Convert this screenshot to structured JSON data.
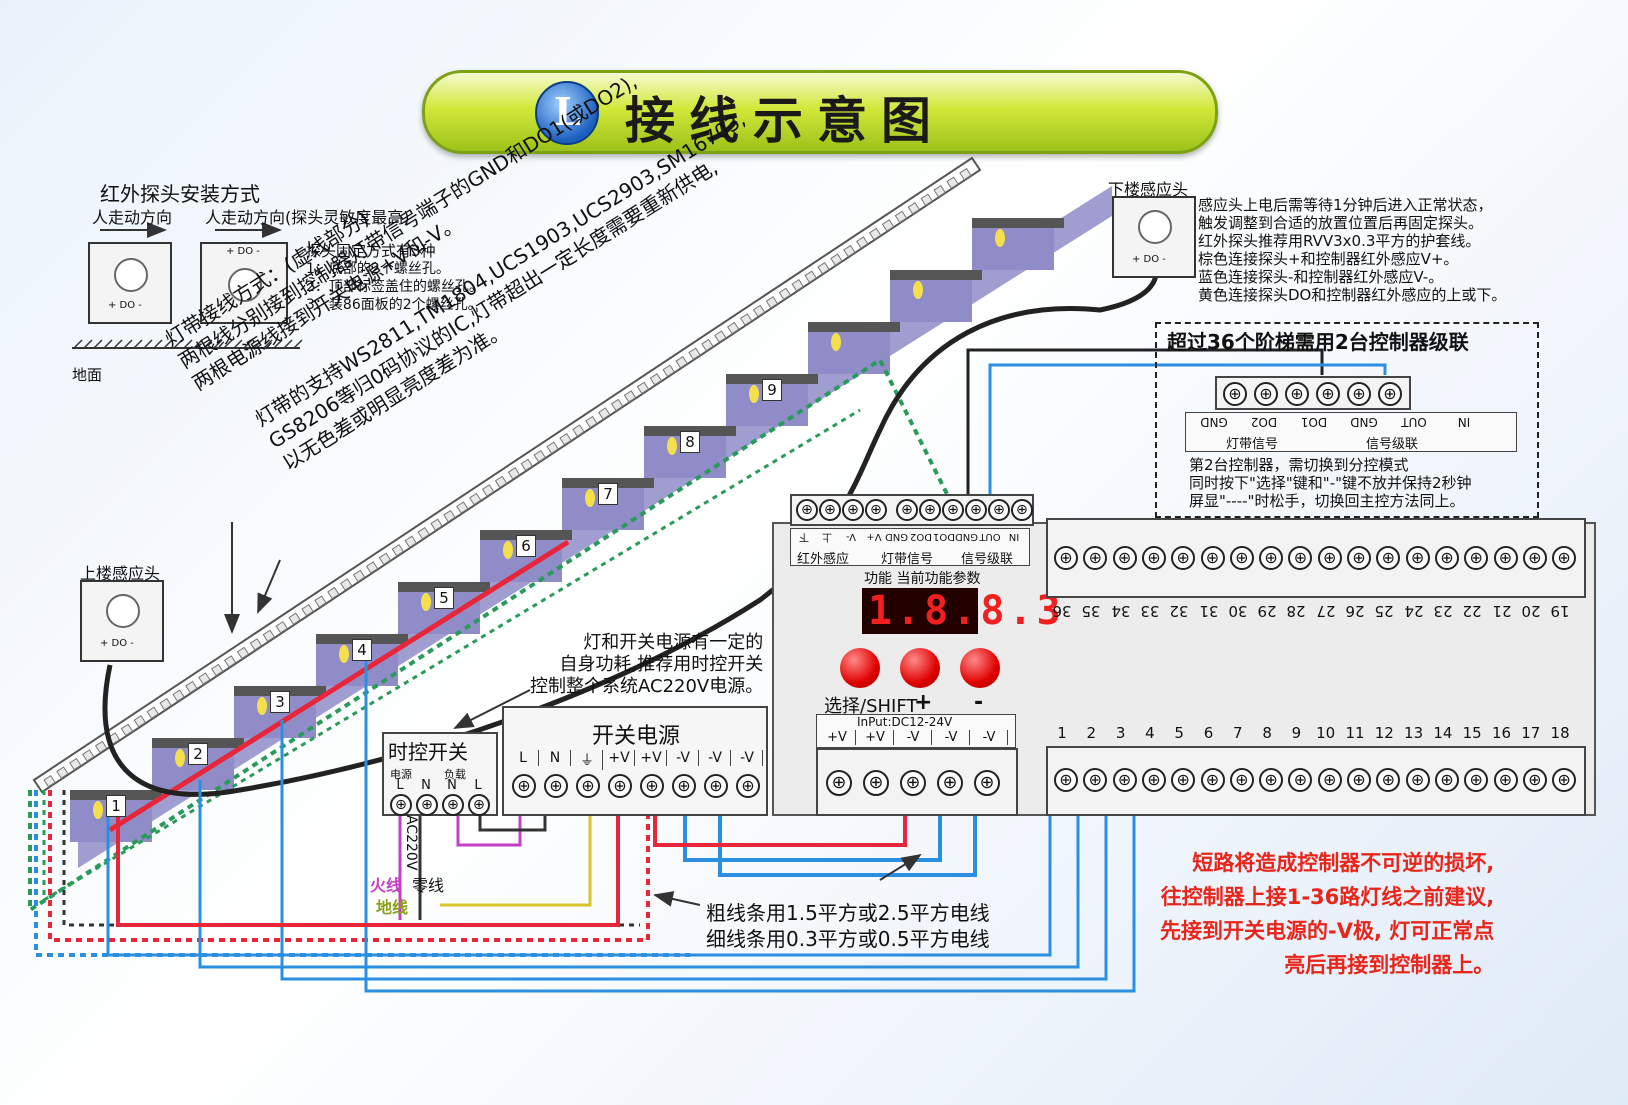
{
  "title": "接线示意图",
  "logo": "L",
  "ir_install": {
    "heading": "红外探头安装方式",
    "dir1": "人走动方向",
    "dir2": "人走动方向(探头灵敏度最高)",
    "fix_title": "探头固定方式有3种",
    "fix_items": [
      "1：底部的2个螺丝孔。",
      "2：顶部标签盖住的螺丝孔。",
      "3：装86面板的2个螺丝孔。"
    ],
    "ground": "地面"
  },
  "strip_wiring": {
    "lines": [
      "灯带接线方式：(虚线部分)",
      "两根线分别接到控制器灯带信号端子的GND和DO1(或DO2),",
      "两根电源线接到开关电源+V和-V。"
    ]
  },
  "strip_support": {
    "lines": [
      "灯带的支持WS2811,TM1804,UCS1903,UCS2903,SM16703,",
      "GS8206等归0码协议的IC,灯带超出一定长度需要重新供电,",
      "以无色差或明显亮度差为准。"
    ]
  },
  "step_numbers": [
    "1",
    "2",
    "3",
    "4",
    "5",
    "6",
    "7",
    "8",
    "9"
  ],
  "sensor_down": {
    "label": "下楼感应头"
  },
  "sensor_up": {
    "label": "上楼感应头"
  },
  "sensor_pins": "+ DO -",
  "sensor_notes": [
    "感应头上电后需等待1分钟后进入正常状态，",
    "触发调整到合适的放置位置后再固定探头。",
    "红外探头推荐用RVV3x0.3平方的护套线。",
    "棕色连接探头+和控制器红外感应V+。",
    "蓝色连接探头-和控制器红外感应V-。",
    "黄色连接探头DO和控制器红外感应的上或下。"
  ],
  "cascade": {
    "heading": "超过36个阶梯需用2台控制器级联",
    "terminal_labels": [
      "GND",
      "DO2",
      "DO1",
      "GND",
      "OUT",
      "IN"
    ],
    "group_labels": [
      "灯带信号",
      "信号级联"
    ],
    "notes": [
      "第2台控制器，需切换到分控模式",
      "同时按下\"选择\"键和\"-\"键不放并保持2秒钟",
      "屏显\"----\"时松手，切换回主控方法同上。"
    ]
  },
  "controller": {
    "top_labels": [
      "下",
      "上",
      "V-",
      "V+",
      "GND",
      "DO2",
      "DO1",
      "GND",
      "OUT",
      "IN"
    ],
    "top_groups": [
      "红外感应",
      "灯带信号",
      "信号级联"
    ],
    "display_header": "功能 当前功能参数",
    "display_value": "1.8.8.3",
    "btn_labels": [
      "选择/SHIFT",
      "+",
      "-"
    ],
    "input_label": "InPut:DC12-24V",
    "input_pins": [
      "+V",
      "+V",
      "-V",
      "-V",
      "-V"
    ],
    "channels_top": [
      "36",
      "35",
      "34",
      "33",
      "32",
      "31",
      "30",
      "29",
      "28",
      "27",
      "26",
      "25",
      "24",
      "23",
      "22",
      "21",
      "20",
      "19"
    ],
    "channels_bottom": [
      "1",
      "2",
      "3",
      "4",
      "5",
      "6",
      "7",
      "8",
      "9",
      "10",
      "11",
      "12",
      "13",
      "14",
      "15",
      "16",
      "17",
      "18"
    ]
  },
  "timer_switch": {
    "title": "时控开关",
    "groups": [
      "电源",
      "负载"
    ],
    "pins": [
      "L",
      "N",
      "N",
      "L"
    ]
  },
  "power_supply": {
    "title": "开关电源",
    "pins": [
      "L",
      "N",
      "⏚",
      "+V",
      "+V",
      "-V",
      "-V",
      "-V"
    ]
  },
  "power_note": [
    "灯和开关电源有一定的",
    "自身功耗,推荐用时控开关",
    "控制整个系统AC220V电源。"
  ],
  "mains": {
    "live": "火线",
    "neutral": "零线",
    "earth": "地线",
    "voltage": "AC220V"
  },
  "wire_note": [
    "粗线条用1.5平方或2.5平方电线",
    "细线条用0.3平方或0.5平方电线"
  ],
  "warning": [
    "短路将造成控制器不可逆的损坏,",
    "往控制器上接1-36路灯线之前建议,",
    "先接到开关电源的-V极, 灯可正常点",
    "亮后再接到控制器上。"
  ],
  "colors": {
    "red_wire": "#e8263a",
    "blue_wire": "#2a8fe0",
    "green_wire": "#2a9a5a",
    "stair": "#8f8cc8",
    "warning": "#e8251a",
    "banner": "#c8df2e"
  }
}
